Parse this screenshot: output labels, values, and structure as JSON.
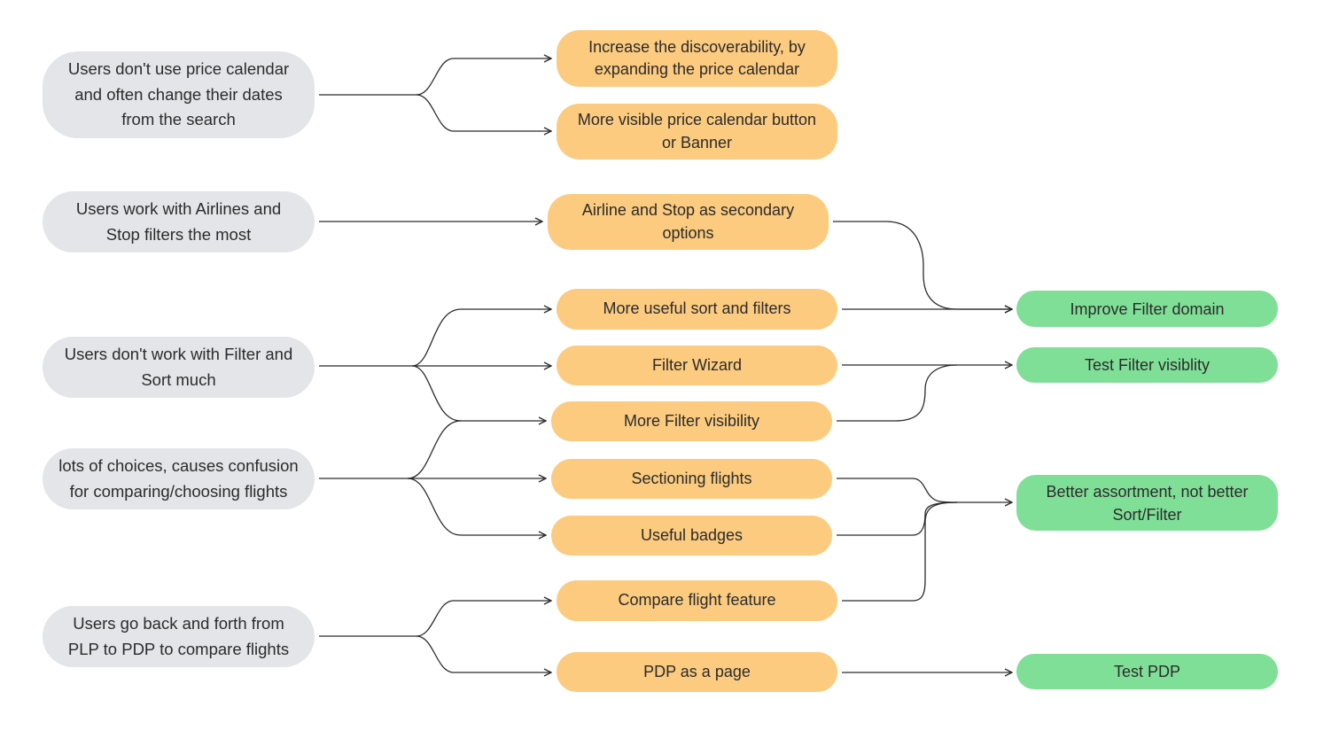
{
  "problems": [
    {
      "lines": [
        "Users don't use price calendar",
        "and often change their dates",
        "from the search"
      ]
    },
    {
      "lines": [
        "Users work with Airlines and",
        "Stop filters the most"
      ]
    },
    {
      "lines": [
        "Users don't work with Filter and",
        "Sort much"
      ]
    },
    {
      "lines": [
        "lots of choices, causes confusion",
        "for comparing/choosing flights"
      ]
    },
    {
      "lines": [
        "Users go back and forth from",
        "PLP to PDP to compare flights"
      ]
    }
  ],
  "ideas": [
    {
      "lines": [
        "Increase the discoverability, by",
        "expanding the price calendar"
      ]
    },
    {
      "lines": [
        "More visible price calendar button",
        "or Banner"
      ]
    },
    {
      "lines": [
        "Airline and Stop as secondary",
        "options"
      ]
    },
    {
      "lines": [
        "More useful sort and filters"
      ]
    },
    {
      "lines": [
        "Filter Wizard"
      ]
    },
    {
      "lines": [
        "More Filter visibility"
      ]
    },
    {
      "lines": [
        "Sectioning flights"
      ]
    },
    {
      "lines": [
        "Useful badges"
      ]
    },
    {
      "lines": [
        "Compare flight feature"
      ]
    },
    {
      "lines": [
        "PDP as a page"
      ]
    }
  ],
  "outcomes": [
    {
      "lines": [
        "Improve Filter domain"
      ]
    },
    {
      "lines": [
        "Test Filter visiblity"
      ]
    },
    {
      "lines": [
        "Better assortment, not better",
        "Sort/Filter"
      ]
    },
    {
      "lines": [
        "Test PDP"
      ]
    }
  ],
  "colors": {
    "problem_fill": "#e3e5e8",
    "idea_fill": "#fccb7f",
    "outcome_fill": "#80df97",
    "connector": "#2b2b2b",
    "text": "#2b2b2b"
  }
}
